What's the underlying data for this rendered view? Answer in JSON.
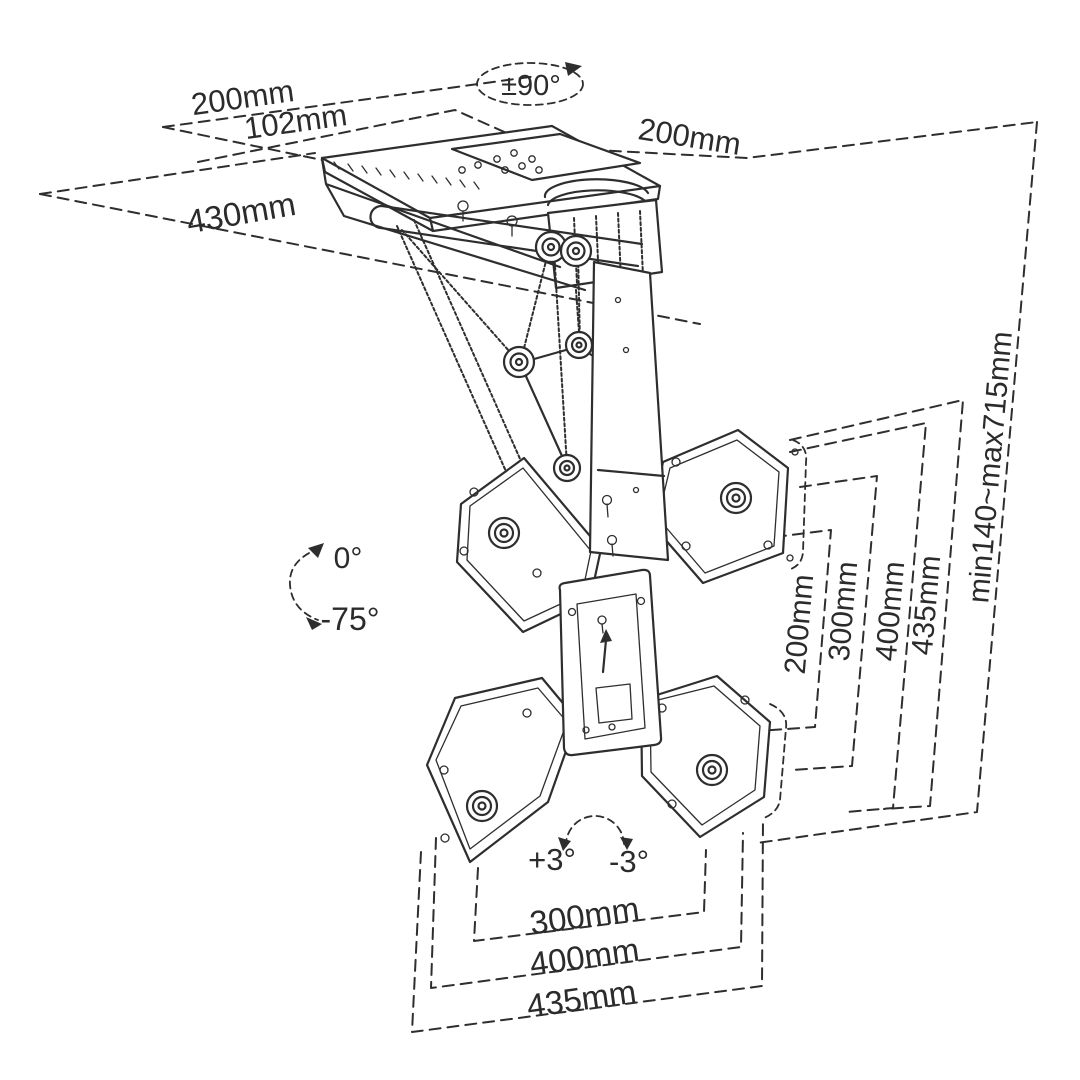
{
  "diagram": "ceiling-tv-mount-dimension-drawing",
  "colors": {
    "line": "#2e2e2e",
    "text": "#2b2b2b",
    "background": "#ffffff"
  },
  "labels": {
    "swivel_range": "±90°",
    "top_plate_width_left": "200mm",
    "top_plate_inner_depth": "102mm",
    "top_plate_width_right": "200mm",
    "top_plate_depth": "430mm",
    "height_range": "min140~max715mm",
    "vesa_right_200": "200mm",
    "vesa_right_300": "300mm",
    "vesa_right_400": "400mm",
    "vesa_right_435": "435mm",
    "tilt_min": "0°",
    "tilt_max": "-75°",
    "swivel_fine_left": "+3°",
    "swivel_fine_right": "-3°",
    "vesa_bottom_300": "300mm",
    "vesa_bottom_400": "400mm",
    "vesa_bottom_435": "435mm"
  }
}
